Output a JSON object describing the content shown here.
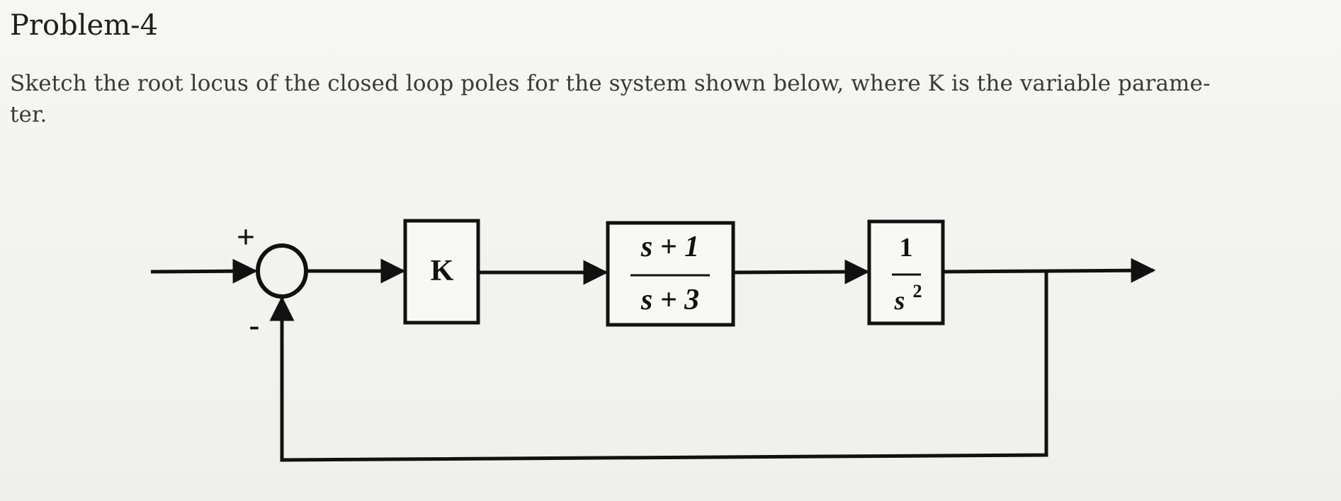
{
  "problem": {
    "title": "Problem-4",
    "statement_line1": "Sketch the root locus of the closed loop poles for the system shown below, where K is the variable parame-",
    "statement_line2": "ter."
  },
  "diagram": {
    "summing_junction": {
      "plus_sign": "+",
      "minus_sign": "-"
    },
    "gain_block": {
      "label": "K"
    },
    "compensator_block": {
      "numerator": "s + 1",
      "denominator": "s + 3"
    },
    "plant_block": {
      "numerator": "1",
      "denominator_base": "s",
      "denominator_exponent": "2"
    }
  }
}
